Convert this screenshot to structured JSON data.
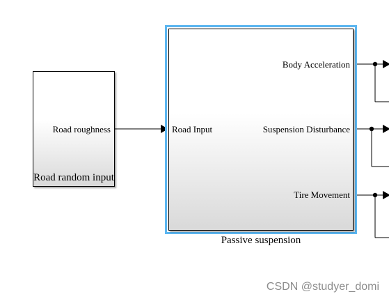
{
  "blocks": {
    "road": {
      "output_port": "Road roughness",
      "caption": "Road random input"
    },
    "suspension": {
      "input_port": "Road Input",
      "output_ports": [
        "Body Acceleration",
        "Suspension Disturbance",
        "Tire Movement"
      ],
      "caption": "Passive suspension"
    }
  },
  "colors": {
    "selection": "#5cb6f0",
    "line": "#000000",
    "block_gradient_bottom": "#d9d9d9"
  },
  "watermark": "CSDN @studyer_domi"
}
